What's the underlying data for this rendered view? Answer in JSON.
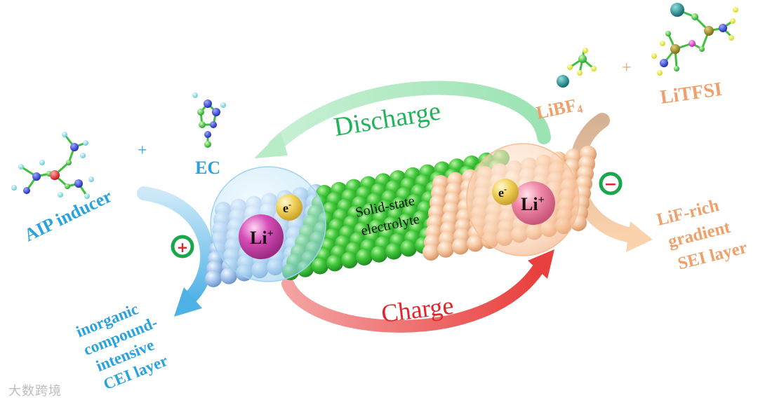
{
  "labels": {
    "aip_inducer": "AIP inducer",
    "plus_left": "+",
    "ec": "EC",
    "libf4_main": "LiBF",
    "libf4_sub": "4",
    "plus_right": "+",
    "litfsi": "LiTFSI",
    "discharge": "Discharge",
    "charge": "Charge",
    "solid_state": "Solid-state",
    "electrolyte": "electrolyte",
    "li_ion": "Li",
    "li_sup": "+",
    "electron": "e",
    "electron_sup": "-",
    "cei_lines": [
      "inorganic",
      "compound-",
      "intensive",
      "CEI layer"
    ],
    "sei_lines": [
      "LiF-rich",
      "gradient",
      "SEI layer"
    ],
    "plus_badge": "+",
    "minus_badge": "−",
    "watermark": "大数跨境"
  },
  "colors": {
    "blue_label": "#29a3e0",
    "orange_label": "#f0a06a",
    "green_label": "#22b45a",
    "red_label": "#e0262a",
    "electrolyte_green": "#3ec43e",
    "cathode_blue": "#a9c8ee",
    "anode_peach": "#f6caa6",
    "li_pink": "#d64fb9",
    "electron_yellow": "#f0d25a"
  }
}
